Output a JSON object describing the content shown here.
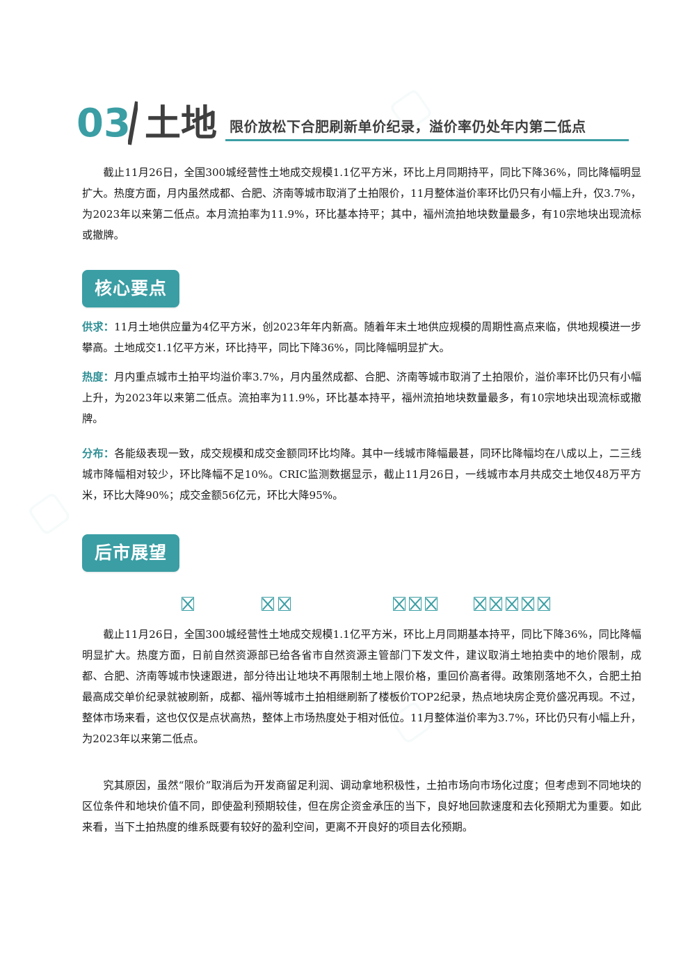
{
  "header": {
    "section_number": "03",
    "section_word": "土地",
    "subtitle": "限价放松下合肥刷新单价纪录，溢价率仍处年内第二低点"
  },
  "intro": "截止11月26日，全国300城经营性土地成交规模1.1亿平方米，环比上月同期持平，同比下降36%，同比降幅明显扩大。热度方面，月内虽然成都、合肥、济南等城市取消了土拍限价，11月整体溢价率环比仍只有小幅上升，仅3.7%，为2023年以来第二低点。本月流拍率为11.9%，环比基本持平；其中，福州流拍地块数量最多，有10宗地块出现流标或撤牌。",
  "key_points": {
    "heading": "核心要点",
    "items": [
      {
        "label": "供求：",
        "text": "11月土地供应量为4亿平方米，创2023年年内新高。随着年末土地供应规模的周期性高点来临，供地规模进一步攀高。土地成交1.1亿平方米，环比持平，同比下降36%，同比降幅明显扩大。"
      },
      {
        "label": "热度：",
        "text": "月内重点城市土拍平均溢价率3.7%，月内虽然成都、合肥、济南等城市取消了土拍限价，溢价率环比仍只有小幅上升，为2023年以来第二低点。流拍率为11.9%，环比基本持平，福州流拍地块数量最多，有10宗地块出现流标或撤牌。"
      },
      {
        "label": "分布：",
        "text": "各能级表现一致，成交规模和成交金额同环比均降。其中一线城市降幅最甚，同环比降幅均在八成以上，二三线城市降幅相对较少，环比降幅不足10%。CRIC监测数据显示，截止11月26日，一线城市本月共成交土地仅48万平方米，环比大降90%；成交金额56亿元，环比大降95%。"
      }
    ]
  },
  "outlook": {
    "heading": "后市展望",
    "paragraphs": [
      "截止11月26日，全国300城经营性土地成交规模1.1亿平方米，环比上月同期基本持平，同比下降36%，同比降幅明显扩大。热度方面，日前自然资源部已给各省市自然资源主管部门下发文件，建议取消土地拍卖中的地价限制，成都、合肥、济南等城市快速跟进，部分待出让地块不再限制土地上限价格，重回价高者得。政策刚落地不久，合肥土拍最高成交单价纪录就被刷新，成都、福州等城市土拍相继刷新了楼板价TOP2纪录，热点地块房企竞价盛况再现。不过，整体市场来看，这也仅仅是点状高热，整体上市场热度处于相对低位。11月整体溢价率为3.7%，环比仍只有小幅上升，为2023年以来第二低点。",
      "究其原因，虽然“限价”取消后为开发商留足利润、调动拿地积极性，土拍市场向市场化过度；但考虑到不同地块的区位条件和地块价值不同，即使盈利预期较佳，但在房企资金承压的当下，良好地回款速度和去化预期尤为重要。如此来看，当下土拍热度的维系既要有较好的盈利空间，更离不开良好的项目去化预期。"
    ]
  },
  "colors": {
    "accent": "#3a9ea4",
    "heading_dark": "#3f3f3f",
    "body_text": "#1a1a1a"
  }
}
